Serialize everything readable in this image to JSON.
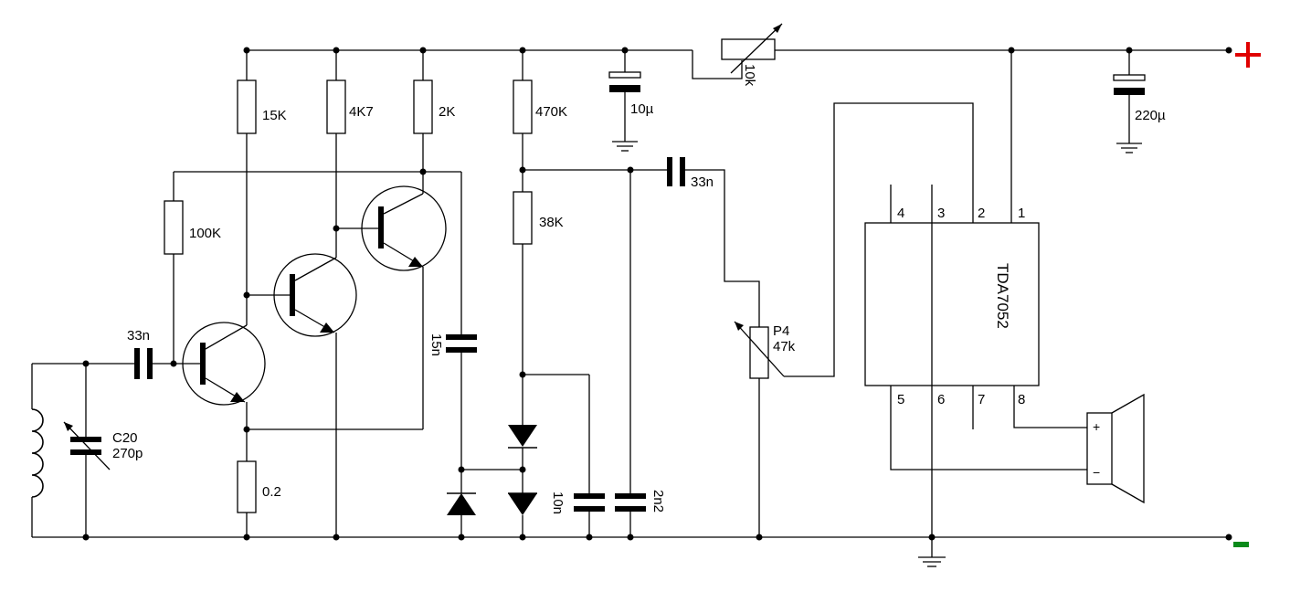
{
  "labels": {
    "r_15k": "15K",
    "r_4k7": "4K7",
    "r_2k": "2K",
    "r_470k": "470K",
    "r_38k": "38K",
    "r_100k": "100K",
    "r_0_2": "0.2",
    "pot_10k": "10k",
    "c_10u": "10µ",
    "c_220u": "220µ",
    "c_33n_in": "33n",
    "c_33n_out": "33n",
    "c_15n": "15n",
    "c_10n": "10n",
    "c_2n2": "2n2",
    "c20_name": "C20",
    "c20_value": "270p",
    "p4_name": "P4",
    "p4_value": "47k",
    "ic_name": "TDA7052",
    "pins": [
      "1",
      "2",
      "3",
      "4",
      "5",
      "6",
      "7",
      "8"
    ],
    "spk_plus": "+",
    "spk_minus": "−"
  },
  "colors": {
    "wire": "#000000",
    "supply_plus": "#e00000",
    "supply_minus": "#0a8a1a"
  }
}
